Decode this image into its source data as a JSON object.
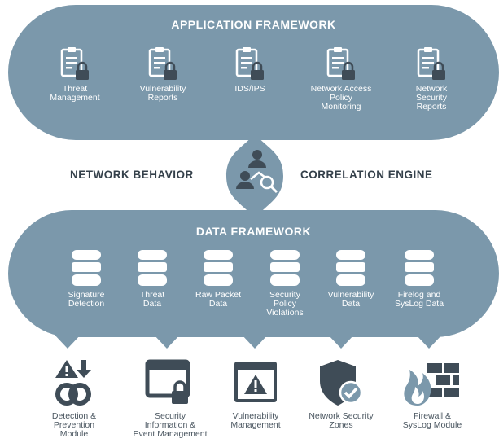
{
  "app_framework": {
    "title": "APPLICATION FRAMEWORK",
    "items": [
      {
        "icon": "clipboard-lock-icon",
        "lines": [
          "Threat",
          "Management"
        ]
      },
      {
        "icon": "clipboard-lock-icon",
        "lines": [
          "Vulnerability",
          "Reports"
        ]
      },
      {
        "icon": "clipboard-lock-icon",
        "lines": [
          "IDS/IPS"
        ]
      },
      {
        "icon": "clipboard-lock-icon",
        "lines": [
          "Network Access",
          "Policy",
          "Monitoring"
        ]
      },
      {
        "icon": "clipboard-lock-icon",
        "lines": [
          "Network",
          "Security",
          "Reports"
        ]
      }
    ]
  },
  "middle": {
    "left_label": "NETWORK BEHAVIOR",
    "right_label": "CORRELATION ENGINE",
    "center_icon": "users-search-icon"
  },
  "data_framework": {
    "title": "DATA FRAMEWORK",
    "items": [
      {
        "icon": "database-icon",
        "lines": [
          "Signature",
          "Detection"
        ]
      },
      {
        "icon": "database-icon",
        "lines": [
          "Threat",
          "Data"
        ]
      },
      {
        "icon": "database-icon",
        "lines": [
          "Raw Packet",
          "Data"
        ]
      },
      {
        "icon": "database-icon",
        "lines": [
          "Security",
          "Policy",
          "Violations"
        ]
      },
      {
        "icon": "database-icon",
        "lines": [
          "Vulnerability",
          "Data"
        ]
      },
      {
        "icon": "database-icon",
        "lines": [
          "Firelog and",
          "SysLog Data"
        ]
      }
    ]
  },
  "modules": [
    {
      "icon": "detection-prevention-icon",
      "lines": [
        "Detection &",
        "Prevention",
        "Module"
      ]
    },
    {
      "icon": "window-lock-icon",
      "lines": [
        "Security",
        "Information &",
        "Event Management"
      ]
    },
    {
      "icon": "window-warning-icon",
      "lines": [
        "Vulnerability",
        "Management"
      ]
    },
    {
      "icon": "shield-check-icon",
      "lines": [
        "Network Security",
        "Zones"
      ]
    },
    {
      "icon": "firewall-icon",
      "lines": [
        "Firewall &",
        "SysLog Module"
      ]
    }
  ],
  "colors": {
    "panel": "#7b98ab",
    "icon_dark": "#3f4c57",
    "text_dark": "#34404a"
  }
}
